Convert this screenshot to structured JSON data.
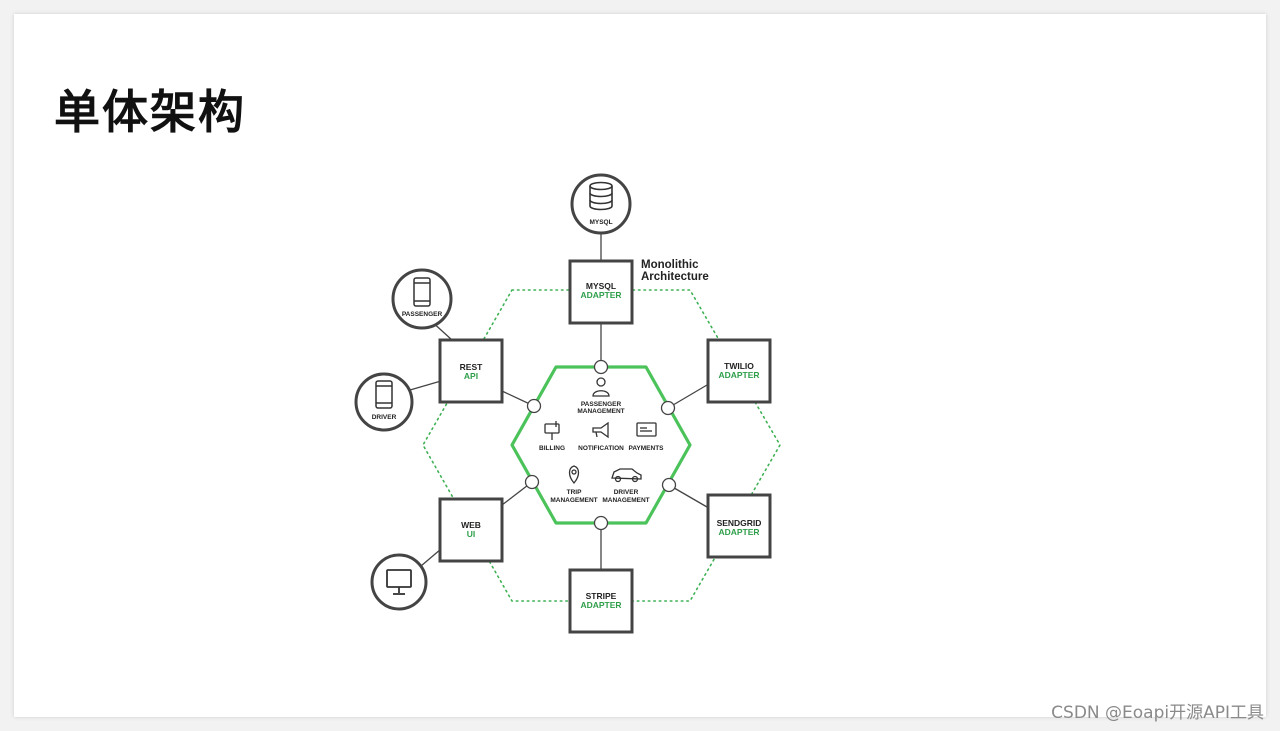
{
  "slide": {
    "title": "单体架构",
    "watermark": "CSDN @Eoapi开源API工具"
  },
  "diagram": {
    "architecture_label_line1": "Monolithic",
    "architecture_label_line2": "Architecture",
    "external": {
      "mysql": "MYSQL",
      "passenger": "PASSENGER",
      "driver": "DRIVER"
    },
    "adapters": {
      "mysql": {
        "line1": "MYSQL",
        "line2": "ADAPTER"
      },
      "rest": {
        "line1": "REST",
        "line2": "API"
      },
      "twilio": {
        "line1": "TWILIO",
        "line2": "ADAPTER"
      },
      "web": {
        "line1": "WEB",
        "line2": "UI"
      },
      "sendgrid": {
        "line1": "SENDGRID",
        "line2": "ADAPTER"
      },
      "stripe": {
        "line1": "STRIPE",
        "line2": "ADAPTER"
      }
    },
    "modules": {
      "passenger_mgmt_1": "PASSENGER",
      "passenger_mgmt_2": "MANAGEMENT",
      "billing": "BILLING",
      "notification": "NOTIFICATION",
      "payments": "PAYMENTS",
      "trip_1": "TRIP",
      "trip_2": "MANAGEMENT",
      "driver_mgmt_1": "DRIVER",
      "driver_mgmt_2": "MANAGEMENT"
    },
    "colors": {
      "core_hexagon": "#4cc35a",
      "outer_hexagon": "#3fb155",
      "adapter_accent": "#2e9e4a",
      "stroke": "#333333"
    }
  }
}
